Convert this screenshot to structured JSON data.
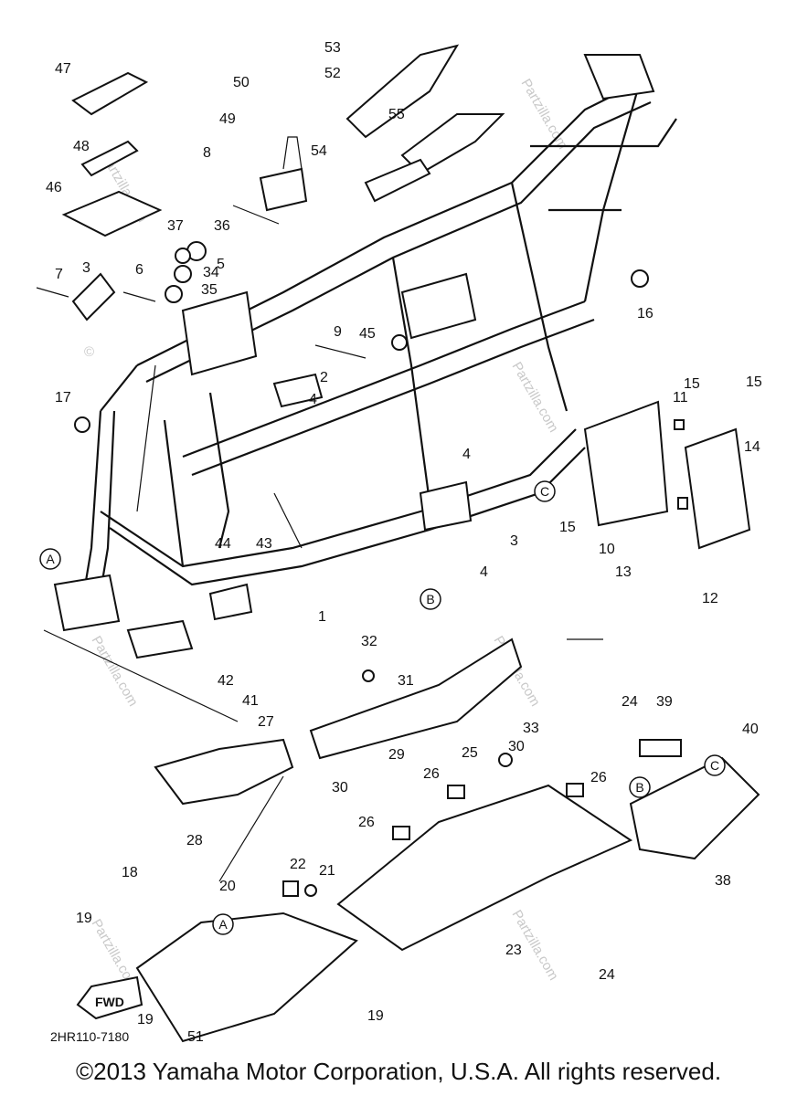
{
  "diagram": {
    "callouts": [
      "53",
      "52",
      "47",
      "50",
      "55",
      "49",
      "54",
      "48",
      "8",
      "46",
      "37",
      "36",
      "34",
      "7",
      "3",
      "6",
      "5",
      "35",
      "16",
      "9",
      "45",
      "2",
      "4",
      "15",
      "11",
      "15",
      "17",
      "4",
      "14",
      "10",
      "15",
      "13",
      "12",
      "3",
      "4",
      "1",
      "44",
      "43",
      "42",
      "41",
      "32",
      "31",
      "33",
      "24",
      "39",
      "40",
      "30",
      "25",
      "29",
      "27",
      "26",
      "26",
      "30",
      "26",
      "28",
      "38",
      "22",
      "21",
      "18",
      "20",
      "23",
      "19",
      "24",
      "19",
      "51",
      "19"
    ],
    "circle_letters": [
      "C",
      "A",
      "B",
      "C",
      "B",
      "A"
    ],
    "part_code": "2HR110-7180",
    "fwd_label": "FWD",
    "watermark_text": "Partzilla.com",
    "watermark_symbol": "©"
  },
  "footer": {
    "copyright": "©2013 Yamaha Motor Corporation, U.S.A. All rights reserved."
  }
}
